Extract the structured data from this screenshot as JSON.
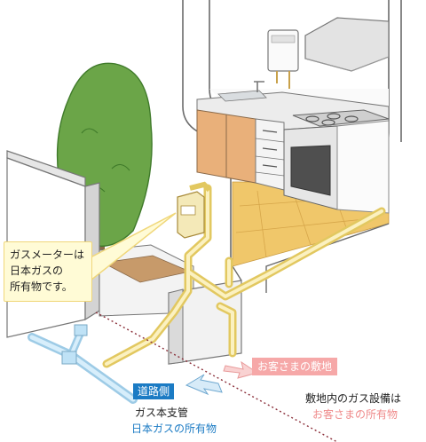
{
  "callout": {
    "lines": [
      "ガスメーターは",
      "日本ガスの",
      "所有物です。"
    ]
  },
  "labels": {
    "premises_tag": "お客さまの敷地",
    "road_tag": "道路側",
    "main_pipe": "ガス本支管",
    "main_pipe_owner": "日本ガスの所有物",
    "equipment": "敷地内のガス設備は",
    "equipment_owner": "お客さまの所有物"
  },
  "colors": {
    "gas_pipe": "#f2e08a",
    "main_pipe": "#bfe2f6",
    "road_tag": "#1b7bc4",
    "premises_tag": "#f6a8a8",
    "boundary_line": "#8b2f3a",
    "tree": "#6ba548",
    "wood_floor": "#f0c76a",
    "cabinet": "#e9b07a"
  },
  "icons": {
    "road_arrow": "arrow-left-blue-icon",
    "premises_arrow": "arrow-right-pink-icon"
  }
}
